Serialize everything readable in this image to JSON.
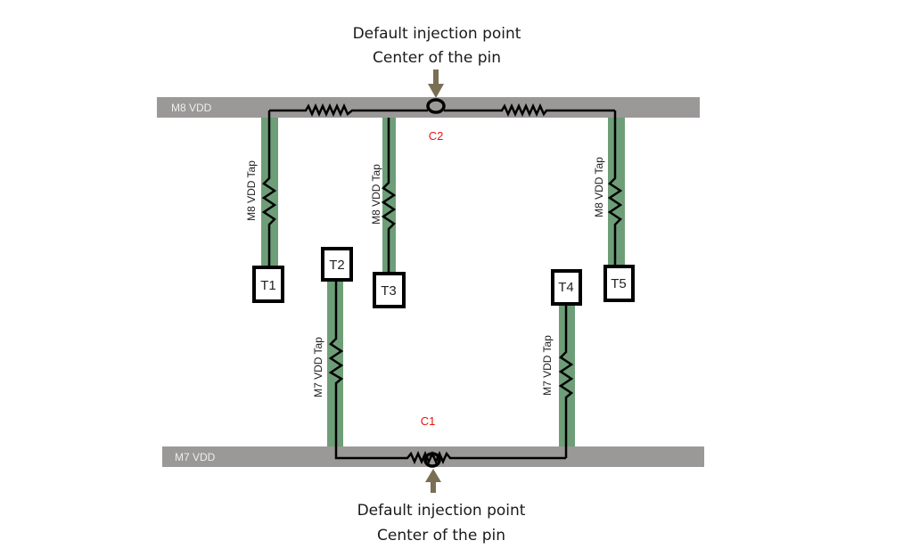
{
  "top_caption": {
    "line1": "Default injection point",
    "line2": "Center of the pin"
  },
  "bottom_caption": {
    "line1": "Default injection point",
    "line2": "Center of the pin"
  },
  "rails": {
    "m8": {
      "label": "M8 VDD"
    },
    "m7": {
      "label": "M7 VDD"
    }
  },
  "taps": [
    {
      "label": "M8 VDD Tap",
      "terminal": "T1"
    },
    {
      "label": "M8 VDD Tap",
      "terminal": "T3"
    },
    {
      "label": "M8 VDD Tap",
      "terminal": "T5"
    },
    {
      "label": "M7 VDD Tap",
      "terminal": "T2"
    },
    {
      "label": "M7 VDD Tap",
      "terminal": "T4"
    }
  ],
  "terminals": {
    "t1": "T1",
    "t2": "T2",
    "t3": "T3",
    "t4": "T4",
    "t5": "T5"
  },
  "nodes": {
    "c2": "C2",
    "c1": "C1"
  },
  "colors": {
    "rail": "#9b9898",
    "tap": "#6e9e78",
    "wire": "#000000",
    "arrow": "#7a6e55",
    "node_label": "#ee1111"
  }
}
